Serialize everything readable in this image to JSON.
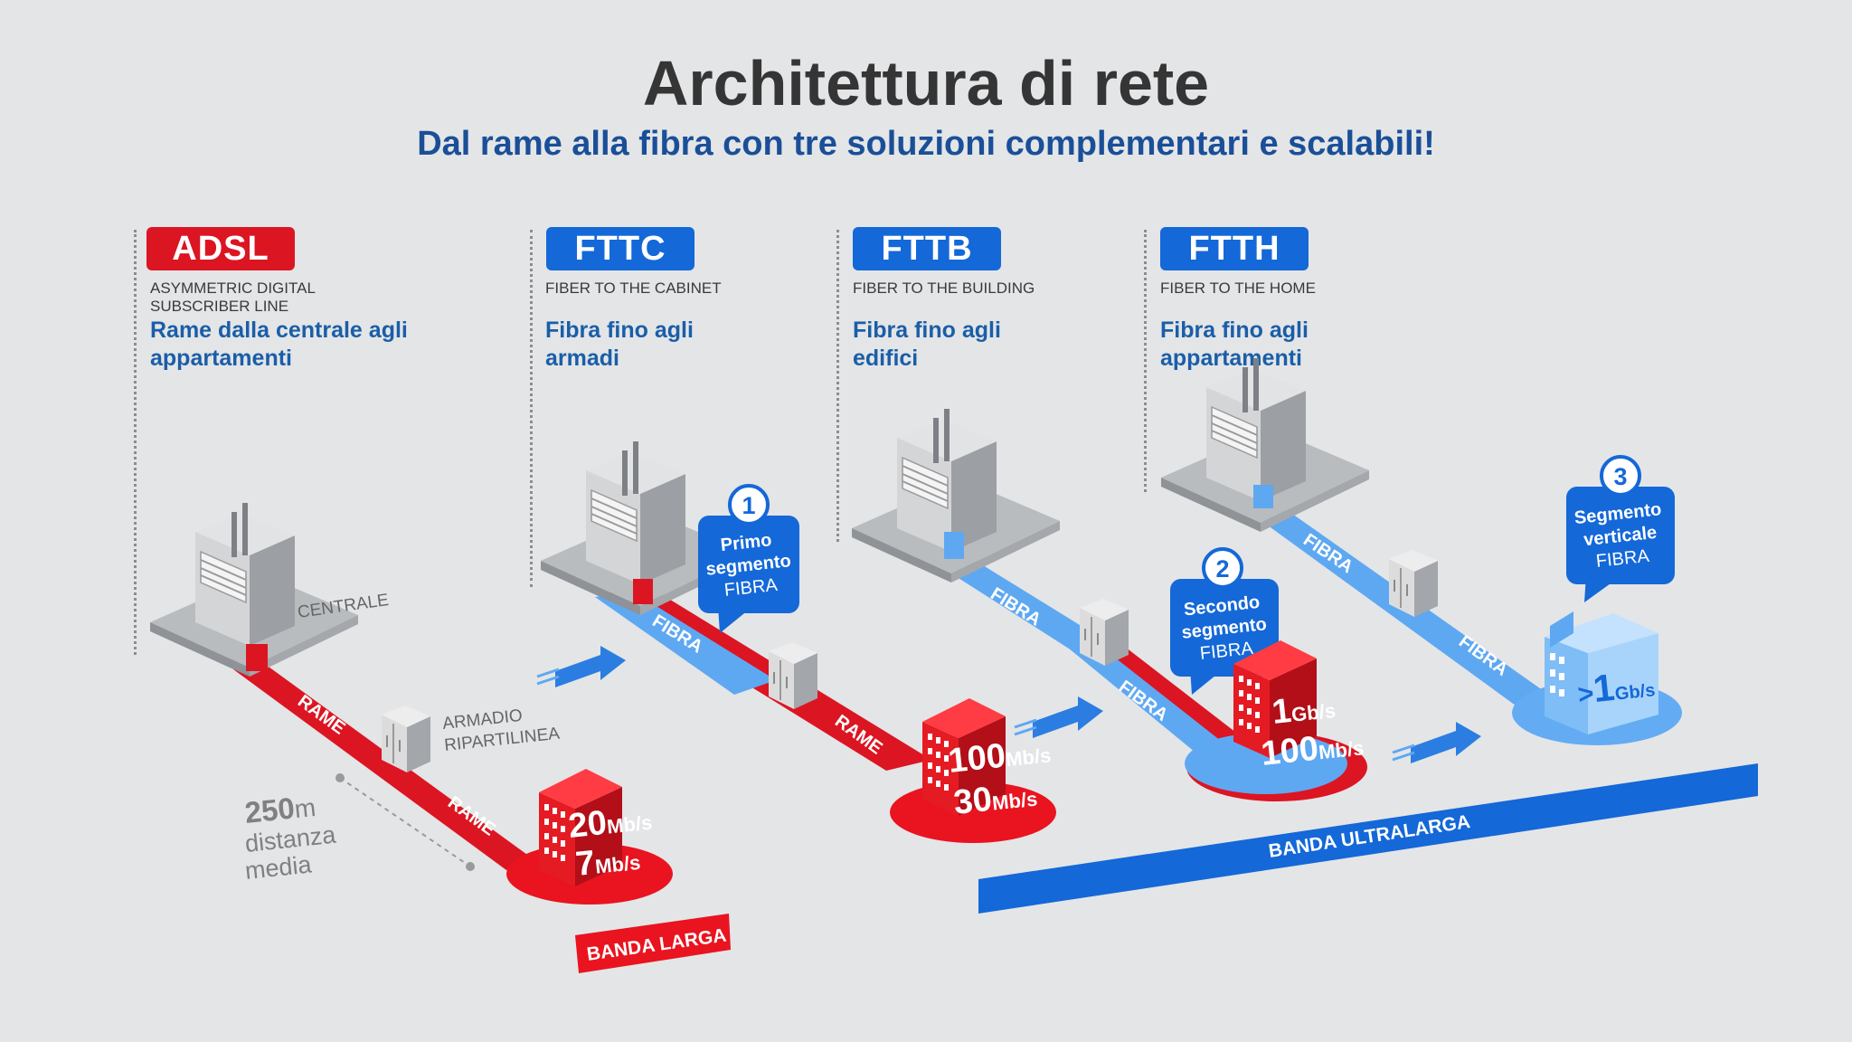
{
  "title": "Architettura di rete",
  "subtitle": "Dal rame alla fibra con tre soluzioni complementari e scalabili!",
  "columns": [
    {
      "badge": "ADSL",
      "acronym": "ASYMMETRIC DIGITAL SUBSCRIBER LINE",
      "description": "Rame dalla centrale agli appartamenti"
    },
    {
      "badge": "FTTC",
      "acronym": "FIBER TO THE CABINET",
      "description": "Fibra fino agli armadi"
    },
    {
      "badge": "FTTB",
      "acronym": "FIBER TO THE BUILDING",
      "description": "Fibra fino agli edifici"
    },
    {
      "badge": "FTTH",
      "acronym": "FIBER TO THE HOME",
      "description": "Fibra fino agli appartamenti"
    }
  ],
  "labels": {
    "centrale": "CENTRALE",
    "armadio_1": "ARMADIO",
    "armadio_2": "RIPARTILINEA",
    "distance_value": "250",
    "distance_unit": "m",
    "distance_line1": "distanza",
    "distance_line2": "media",
    "rame": "RAME",
    "fibra": "FIBRA"
  },
  "speeds": {
    "adsl": {
      "down_value": "20",
      "down_unit": "Mb/s",
      "up_value": "7",
      "up_unit": "Mb/s"
    },
    "fttc": {
      "down_value": "100",
      "down_unit": "Mb/s",
      "up_value": "30",
      "up_unit": "Mb/s"
    },
    "fttb": {
      "down_value": "1",
      "down_unit": "Gb/s",
      "up_value": "100",
      "up_unit": "Mb/s"
    },
    "ftth": {
      "prefix": ">",
      "value": "1",
      "unit": "Gb/s"
    }
  },
  "callouts": [
    {
      "number": "1",
      "lines": [
        "Primo",
        "segmento"
      ],
      "tag": "FIBRA"
    },
    {
      "number": "2",
      "lines": [
        "Secondo",
        "segmento"
      ],
      "tag": "FIBRA"
    },
    {
      "number": "3",
      "lines": [
        "Segmento",
        "verticale"
      ],
      "tag": "FIBRA"
    }
  ],
  "bands": {
    "larga": "BANDA LARGA",
    "ultralarga": "BANDA ULTRALARGA"
  },
  "colors": {
    "red": "#dc1522",
    "blue": "#1468d8",
    "light_blue": "#5ea8f2",
    "title": "#353535",
    "subtitle": "#1a4f98"
  }
}
